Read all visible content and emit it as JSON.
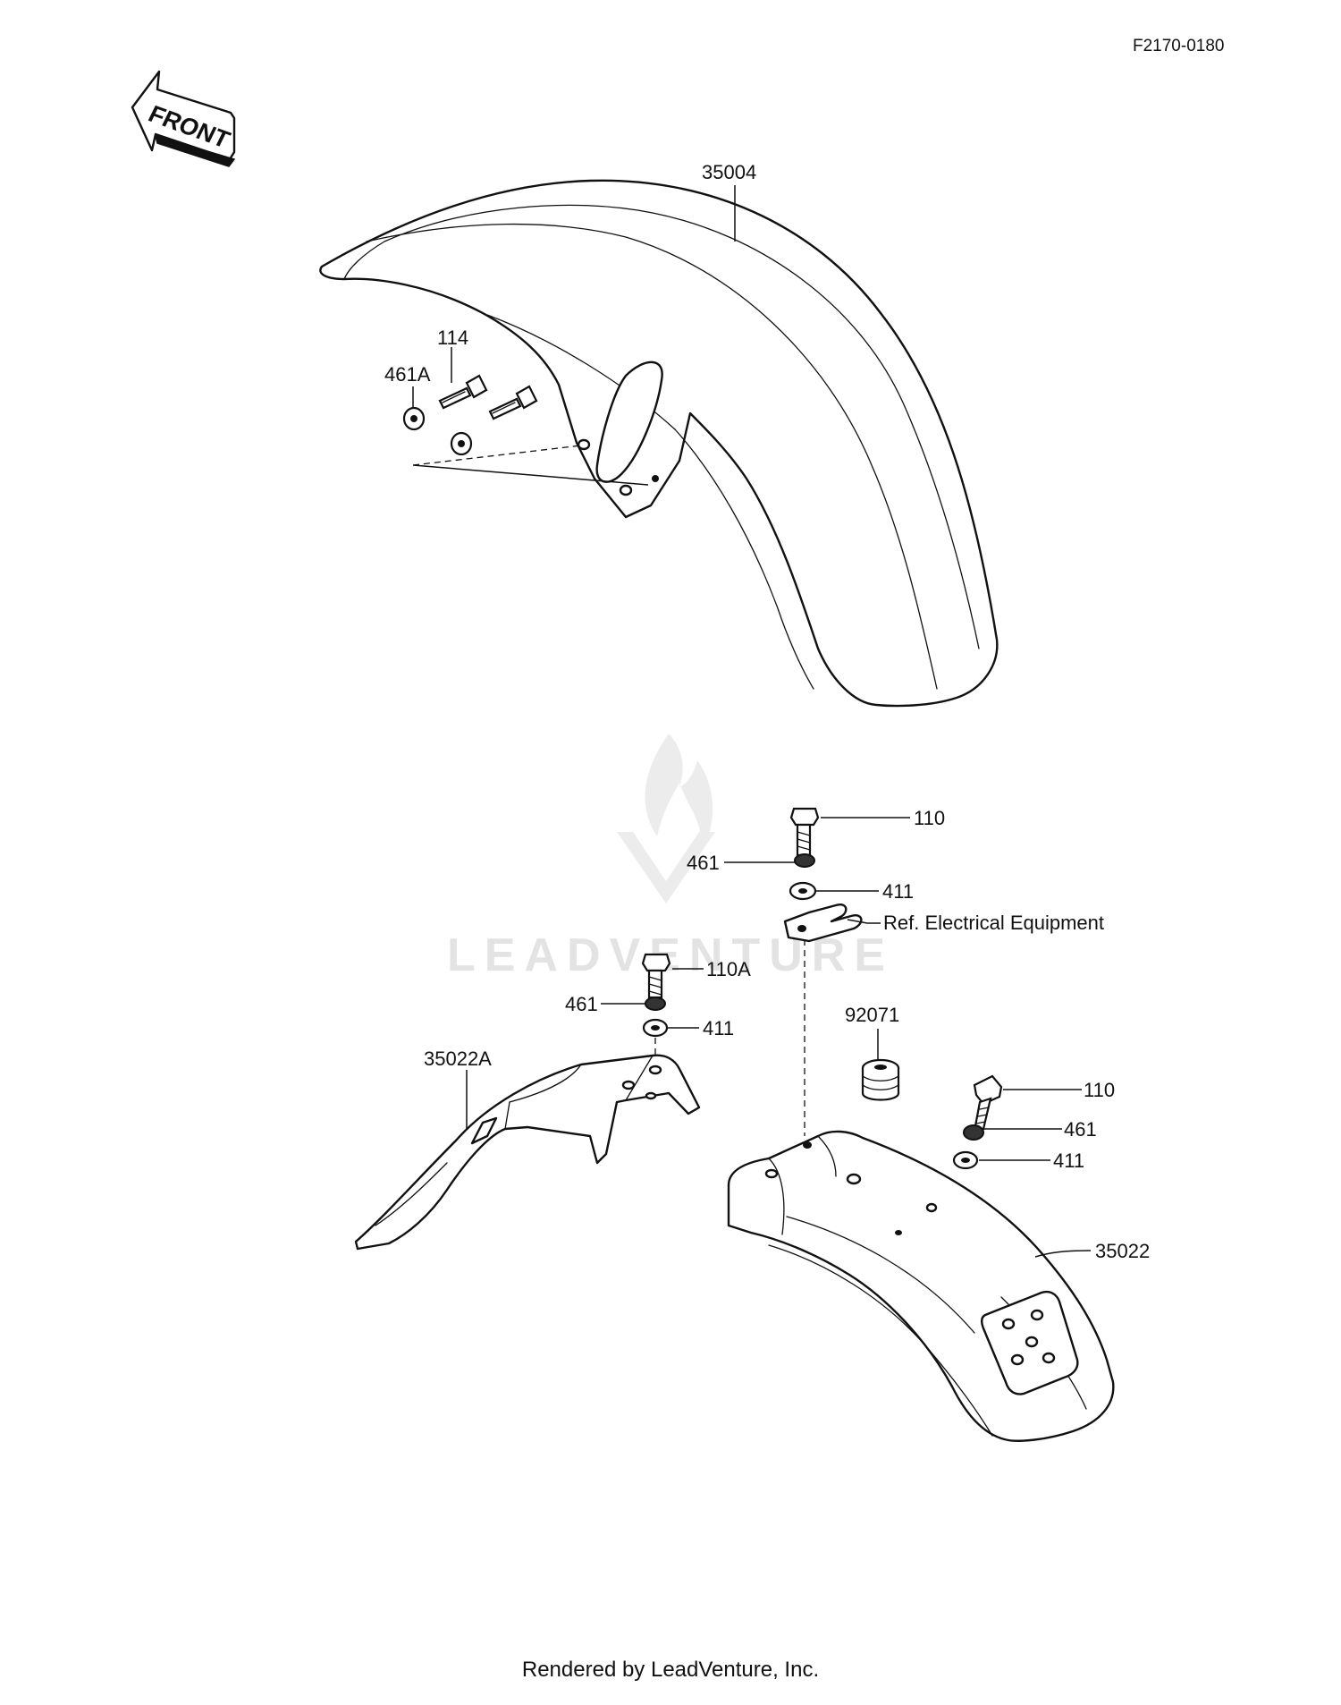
{
  "figure_code": "F2170-0180",
  "front_arrow_label": "FRONT",
  "watermark_text": "LEADVENTURE",
  "footer_text": "Rendered by LeadVenture, Inc.",
  "callouts": {
    "p35004": "35004",
    "p114": "114",
    "p461A": "461A",
    "p110_top": "110",
    "p461_top": "461",
    "p411_top": "411",
    "ref_electrical": "Ref. Electrical Equipment",
    "p110A": "110A",
    "p461_mid": "461",
    "p411_mid": "411",
    "p92071": "92071",
    "p35022A": "35022A",
    "p110_right": "110",
    "p461_right": "461",
    "p411_right": "411",
    "p35022": "35022"
  }
}
